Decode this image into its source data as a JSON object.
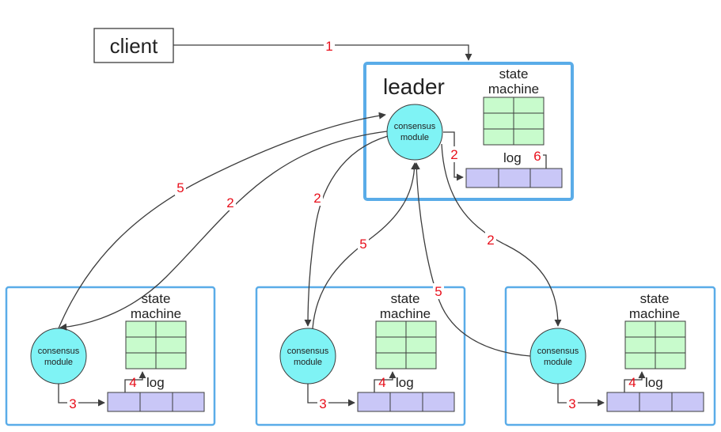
{
  "client": {
    "label": "client"
  },
  "leader": {
    "title": "leader"
  },
  "node_labels": {
    "state_machine_line1": "state",
    "state_machine_line2": "machine",
    "log": "log",
    "consensus_line1": "consensus",
    "consensus_line2": "module"
  },
  "steps": {
    "client_request": "1",
    "leader_append": "2",
    "replicate_left": "2",
    "replicate_middle": "2",
    "replicate_right": "2",
    "follower_append_left": "3",
    "follower_append_middle": "3",
    "follower_append_right": "3",
    "follower_apply_left": "4",
    "follower_apply_middle": "4",
    "follower_apply_right": "4",
    "ack_left": "5",
    "ack_middle": "5",
    "ack_right": "5",
    "leader_apply": "6"
  },
  "colors": {
    "node_border": "#5aace8",
    "state_machine_fill": "#c8fbcc",
    "log_fill": "#c9c7f7",
    "consensus_fill": "#7ff3f5",
    "step_number": "#e8101c"
  }
}
